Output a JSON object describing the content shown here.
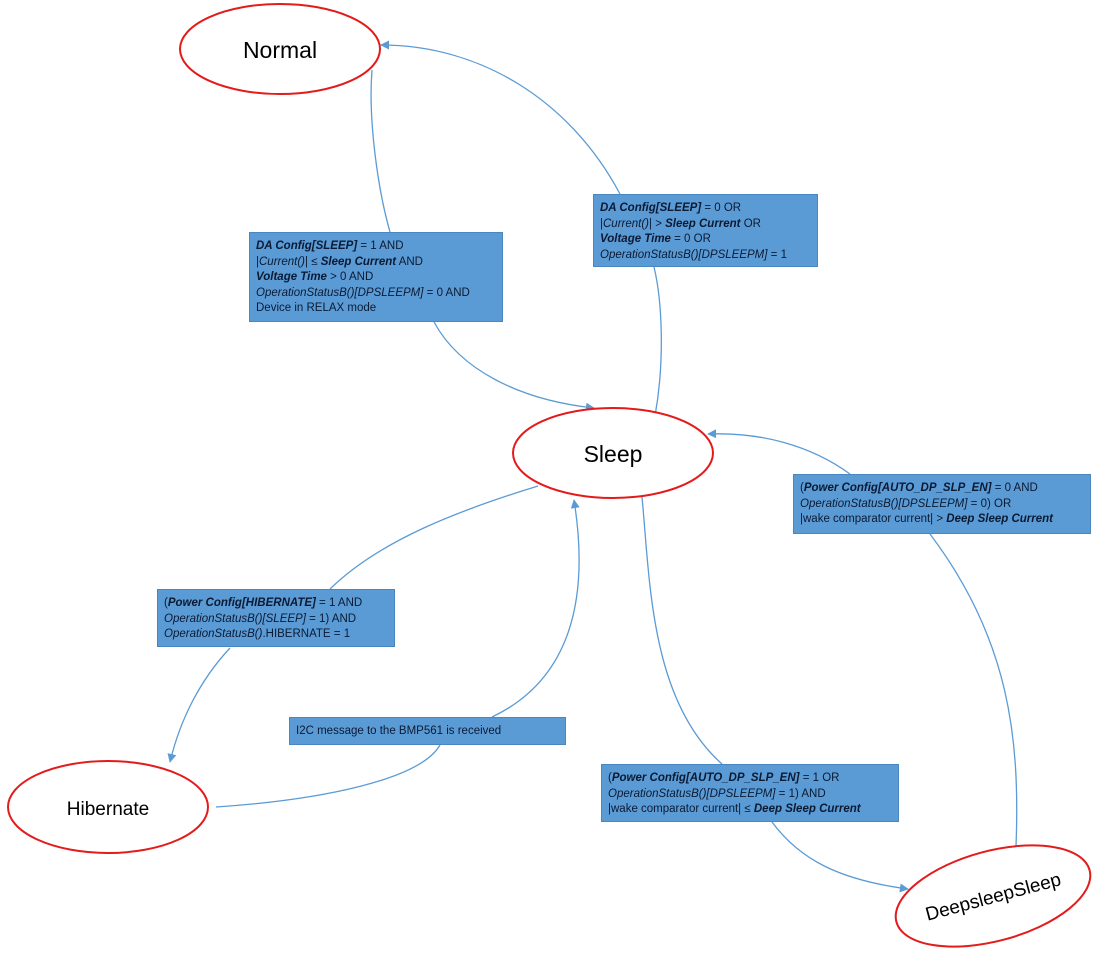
{
  "states": {
    "normal": "Normal",
    "sleep": "Sleep",
    "hibernate": "Hibernate",
    "deepsleep": "DeepsleepSleep"
  },
  "colors": {
    "state_border": "#e31b1b",
    "arrow": "#5b9bd5",
    "box_fill": "#5b9bd5"
  },
  "transitions": {
    "normal_to_sleep": {
      "l1": [
        "DA Config[SLEEP]",
        " = 1 AND"
      ],
      "l2": [
        "|",
        "Current()",
        "| ≤ ",
        "Sleep Current",
        " AND"
      ],
      "l3": [
        "Voltage Time",
        " > 0 AND"
      ],
      "l4": [
        "OperationStatusB()[DPSLEEPM]",
        " = 0 AND"
      ],
      "l5": "Device in RELAX mode"
    },
    "sleep_to_normal": {
      "l1": [
        "DA Config[SLEEP]",
        " = 0 OR"
      ],
      "l2": [
        "|",
        "Current()",
        "| > ",
        "Sleep Current",
        " OR"
      ],
      "l3": [
        "Voltage Time",
        " = 0 OR"
      ],
      "l4": [
        "OperationStatusB()[DPSLEEPM]",
        " = 1"
      ]
    },
    "sleep_to_hibernate": {
      "l1": [
        "(",
        "Power Config[HIBERNATE]",
        " = 1 AND"
      ],
      "l2": [
        "OperationStatusB()[SLEEP]",
        " = 1) AND"
      ],
      "l3": [
        "OperationStatusB()",
        ".HIBERNATE = 1"
      ]
    },
    "hibernate_to_sleep": {
      "l1": "I2C message to the BMP561 is received"
    },
    "sleep_to_deepsleep": {
      "l1": [
        "(",
        "Power Config[AUTO_DP_SLP_EN]",
        " = 1 OR"
      ],
      "l2": [
        "OperationStatusB()[DPSLEEPM]",
        " = 1) AND"
      ],
      "l3": [
        "|wake comparator current| ≤ ",
        "Deep Sleep Current"
      ]
    },
    "deepsleep_to_sleep": {
      "l1": [
        "(",
        "Power Config[AUTO_DP_SLP_EN]",
        " = 0 AND"
      ],
      "l2": [
        "OperationStatusB()[DPSLEEPM]",
        " = 0) OR"
      ],
      "l3": [
        "|wake comparator current| > ",
        "Deep Sleep Current"
      ]
    }
  }
}
